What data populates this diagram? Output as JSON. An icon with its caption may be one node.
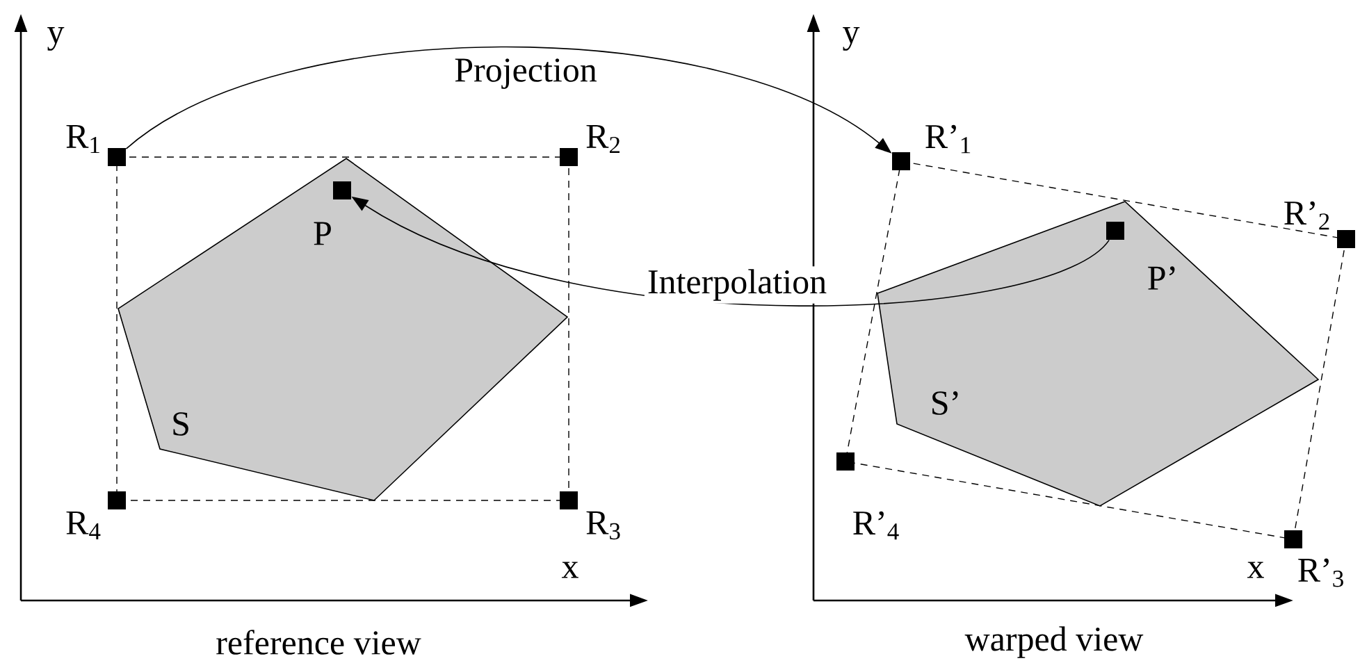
{
  "diagram": {
    "nodes": [
      {
        "text": [
          "S"
        ]
      },
      {
        "text": [],
        "shape": "box",
        "beside": [
          "R$_{1}$"
        ]
      },
      {
        "text": [],
        "shape": "box",
        "beside": [
          "R$_{2}$"
        ]
      },
      {
        "text": [],
        "shape": "box",
        "beside": [
          "P"
        ],
        "in": 0
      },
      {
        "text": [],
        "shape": "box",
        "beside": [
          "R$_{4}$"
        ]
      },
      {
        "text": [],
        "shape": "box",
        "beside": [
          "R$_{3}$"
        ]
      },
      {
        "text": [
          "S’"
        ]
      },
      {
        "text": [],
        "shape": "box",
        "beside": [
          "R’$_{1}$"
        ]
      },
      {
        "text": [],
        "shape": "box",
        "beside": [
          "R’$_{2}$"
        ]
      },
      {
        "text": [],
        "shape": "box",
        "beside": [
          "P’"
        ],
        "in": 6
      },
      {
        "text": [],
        "shape": "box",
        "beside": [
          "R’$_{4}$"
        ]
      },
      {
        "text": [],
        "shape": "box",
        "beside": [
          "R’$_{3}$"
        ]
      }
    ],
    "edges": [
      {
        "from": 1,
        "to": 7,
        "arrow": "to",
        "label": "Projection"
      },
      {
        "from": 9,
        "to": 3,
        "arrow": "to",
        "label": "Interpolation"
      }
    ],
    "labels": [
      "y",
      "y",
      "x",
      "x",
      "reference view",
      "warped view"
    ]
  }
}
